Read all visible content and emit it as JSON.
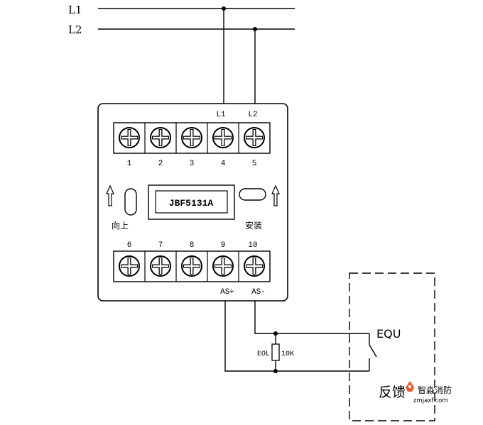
{
  "lines": {
    "l1": "L1",
    "l2": "L2"
  },
  "module": {
    "model": "JBF5131A",
    "top_labels": {
      "t4": "L1",
      "t5": "L2"
    },
    "top_terminals": [
      "1",
      "2",
      "3",
      "4",
      "5"
    ],
    "bottom_terminals": [
      "6",
      "7",
      "8",
      "9",
      "10"
    ],
    "bottom_labels": {
      "t9": "AS+",
      "t10": "AS-"
    },
    "left_caption": "向上",
    "right_caption": "安装"
  },
  "eol": {
    "label": "EOL",
    "value": "10K"
  },
  "equipment": {
    "label": "EQU",
    "feedback": "反馈"
  },
  "watermark": {
    "name": "智淼消防",
    "url": "zmjaxf.com",
    "color": "#e85a2a"
  }
}
